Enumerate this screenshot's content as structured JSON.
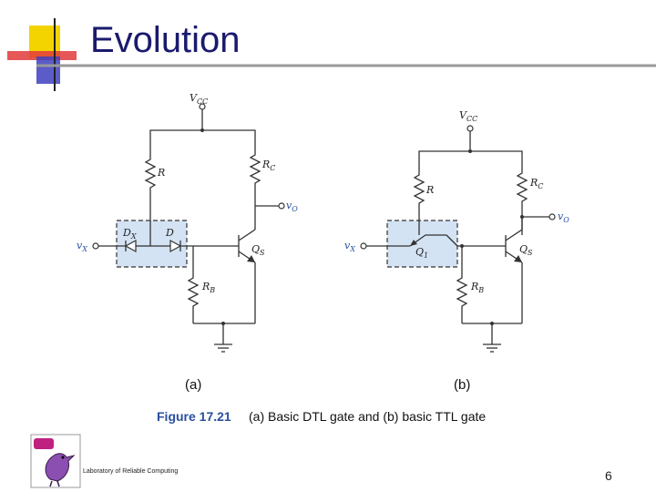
{
  "slide": {
    "title": "Evolution",
    "footer": "Laboratory of Reliable Computing",
    "page_number": "6"
  },
  "figure": {
    "number": "Figure 17.21",
    "caption": "(a) Basic DTL gate and (b) basic TTL gate",
    "sub_a": "(a)",
    "sub_b": "(b)",
    "colors": {
      "accent_blue": "#2a4f9e",
      "box_fill": "#d4e3f3",
      "title": "#1a1a6e"
    },
    "dtl": {
      "vcc": "V",
      "vcc_sub": "CC",
      "r": "R",
      "rc": "R",
      "rc_sub": "C",
      "vo": "v",
      "vo_sub": "O",
      "dx": "D",
      "dx_sub": "X",
      "d1": "D",
      "vx": "v",
      "vx_sub": "X",
      "q": "Q",
      "q_sub": "S",
      "rb": "R",
      "rb_sub": "B"
    },
    "ttl": {
      "vcc": "V",
      "vcc_sub": "CC",
      "r": "R",
      "rc": "R",
      "rc_sub": "C",
      "vo": "v",
      "vo_sub": "O",
      "q1": "Q",
      "q1_sub": "1",
      "vx": "v",
      "vx_sub": "X",
      "q": "Q",
      "q_sub": "S",
      "rb": "R",
      "rb_sub": "B"
    }
  }
}
